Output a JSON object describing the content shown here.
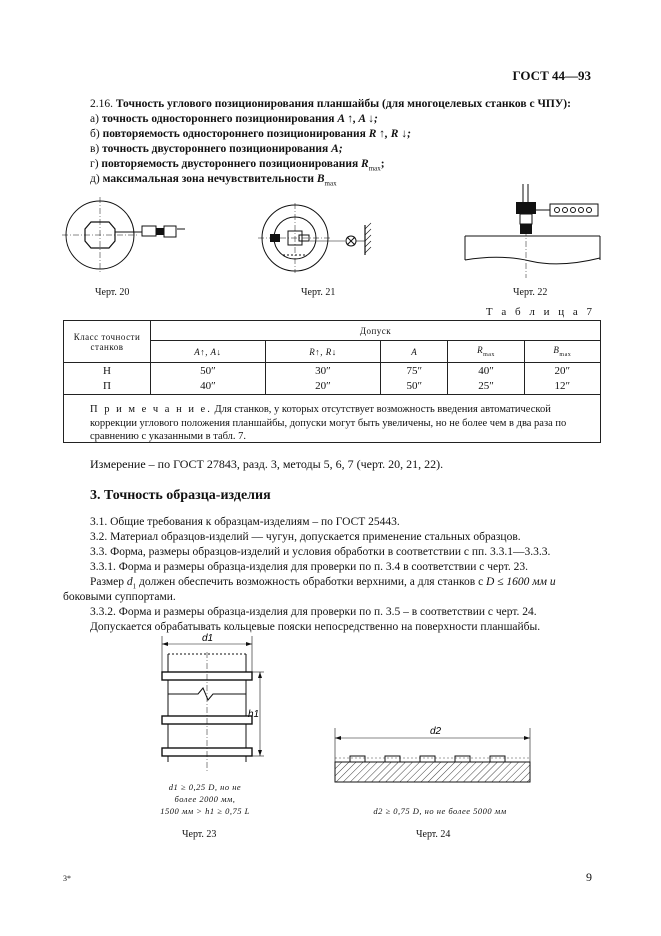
{
  "header": {
    "standard": "ГОСТ 44—93"
  },
  "section_216": {
    "title_num": "2.16.",
    "title": "Точность углового позиционирования планшайбы (для многоцелевых станков с ЧПУ):",
    "items": [
      {
        "prefix": "а)",
        "text": "точность одностороннего позиционирования",
        "sym": "A ↑, A ↓;"
      },
      {
        "prefix": "б)",
        "text": "повторяемость одностороннего позиционирования",
        "sym": "R ↑, R ↓;"
      },
      {
        "prefix": "в)",
        "text": "точность двустороннего позиционирования",
        "sym": "A;"
      },
      {
        "prefix": "г)",
        "text": "повторяемость двустороннего позиционирования",
        "sym": "R",
        "sub": "max",
        "tail": ";"
      },
      {
        "prefix": "д)",
        "text": "максимальная зона нечувствительности",
        "sym": "B",
        "sub": "max"
      }
    ]
  },
  "figures_top": {
    "fig20": "Черт. 20",
    "fig21": "Черт. 21",
    "fig22": "Черт. 22"
  },
  "table7": {
    "title": "Т а б л и ц а    7",
    "col_class": "Класс точности станков",
    "col_tolerance": "Допуск",
    "subcols": [
      "A↑, A↓",
      "R↑, R↓",
      "A",
      "R",
      "B"
    ],
    "subcols_sub": [
      "",
      "",
      "",
      "max",
      "max"
    ],
    "rows": [
      {
        "class": "Н",
        "values": [
          "50″",
          "30″",
          "75″",
          "40″",
          "20″"
        ]
      },
      {
        "class": "П",
        "values": [
          "40″",
          "20″",
          "50″",
          "25″",
          "12″"
        ]
      }
    ],
    "note_label": "П р и м е ч а н и е.",
    "note": "Для станков, у которых отсутствует возможность введения автоматической коррекции углового положения планшайбы, допуски могут быть увеличены, но не более чем в два раза по сравнению с указанными в табл. 7."
  },
  "measurement": "Измерение – по ГОСТ 27843, разд. 3, методы 5, 6, 7 (черт. 20, 21, 22).",
  "section3": {
    "title": "3. Точность образца-изделия",
    "p1": "3.1. Общие требования к образцам-изделиям – по ГОСТ 25443.",
    "p2": "3.2. Материал образцов-изделий — чугун, допускается применение стальных образцов.",
    "p3": "3.3. Форма, размеры образцов-изделий и условия обработки в соответствии с пп. 3.3.1—3.3.3.",
    "p4": "3.3.1. Форма и размеры образца-изделия для проверки по п. 3.4 в соответствии с черт. 23.",
    "p5a": "Размер",
    "p5sym": "d",
    "p5sub": "1",
    "p5b": "должен обеспечить возможность обработки верхними, а для станков с",
    "p5c": "D ≤ 1600 мм и",
    "p6": "боковыми суппортами.",
    "p7": "3.3.2. Форма и размеры образца-изделия для проверки по п. 3.5 – в соответствии с черт. 24.",
    "p8": "Допускается обрабатывать кольцевые пояски непосредственно на поверхности планшайбы."
  },
  "fig23": {
    "d1_label": "d1",
    "h1_label": "h1",
    "note_l1": "d1 ≥ 0,25 D, но не",
    "note_l2": "более 2000 мм,",
    "note_l3": "1500 мм > h1 ≥ 0,75 L",
    "caption": "Черт. 23"
  },
  "fig24": {
    "d2_label": "d2",
    "note": "d2 ≥ 0,75 D, но не более 5000 мм",
    "caption": "Черт. 24"
  },
  "footer": {
    "mark": "3*",
    "page": "9"
  }
}
